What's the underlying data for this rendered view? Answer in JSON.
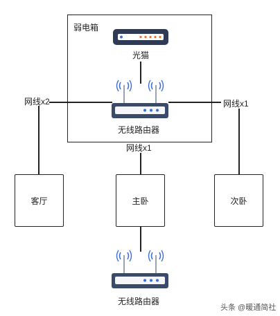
{
  "box": {
    "title": "弱电箱"
  },
  "modem": {
    "label": "光猫",
    "icon": "modem-icon"
  },
  "router_main": {
    "label": "无线路由器",
    "icon": "wifi-router-icon"
  },
  "router_bedroom": {
    "label": "无线路由器",
    "icon": "wifi-router-icon"
  },
  "cables": {
    "left": "网线x2",
    "right": "网线x1",
    "center": "网线x1"
  },
  "rooms": {
    "living": "客厅",
    "master": "主卧",
    "second": "次卧"
  },
  "watermark": "头条 @暖通简社",
  "colors": {
    "line": "#222222",
    "router_body": "#3a4a6a",
    "modem_body": "#2f3a55",
    "modem_led": "#e8722c",
    "router_led": "#3b6fd8"
  }
}
